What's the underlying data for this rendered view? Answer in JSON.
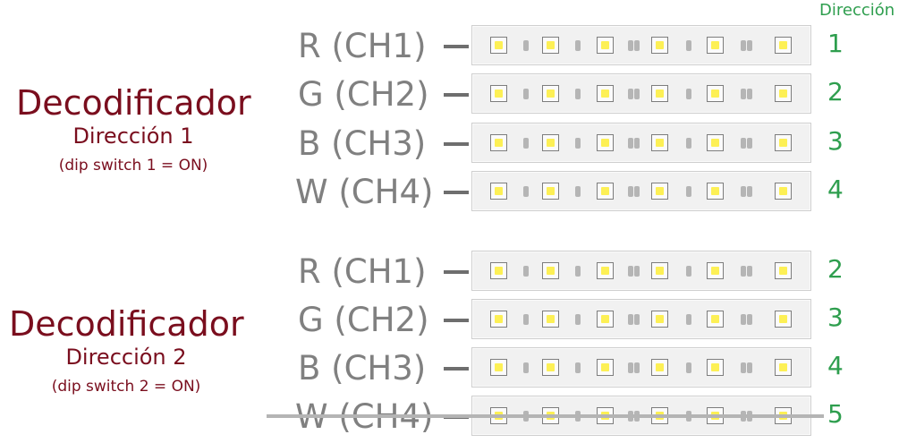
{
  "direction_header": "Dirección",
  "decoders": [
    {
      "title": "Decodificador",
      "subtitle": "Dirección 1",
      "note": "(dip switch 1 = ON)",
      "channels": [
        {
          "label": "R (CH1)",
          "address": "1",
          "disabled": false
        },
        {
          "label": "G (CH2)",
          "address": "2",
          "disabled": false
        },
        {
          "label": "B (CH3)",
          "address": "3",
          "disabled": false
        },
        {
          "label": "W (CH4)",
          "address": "4",
          "disabled": false
        }
      ]
    },
    {
      "title": "Decodificador",
      "subtitle": "Dirección 2",
      "note": "(dip switch 2 = ON)",
      "channels": [
        {
          "label": "R (CH1)",
          "address": "2",
          "disabled": false
        },
        {
          "label": "G (CH2)",
          "address": "3",
          "disabled": false
        },
        {
          "label": "B (CH3)",
          "address": "4",
          "disabled": false
        },
        {
          "label": "W (CH4)",
          "address": "5",
          "disabled": true
        }
      ]
    }
  ],
  "colors": {
    "decoder_text": "#7a0e1e",
    "address_text": "#2e9e4e",
    "channel_text": "#808080",
    "led_yellow": "#fdf055"
  }
}
